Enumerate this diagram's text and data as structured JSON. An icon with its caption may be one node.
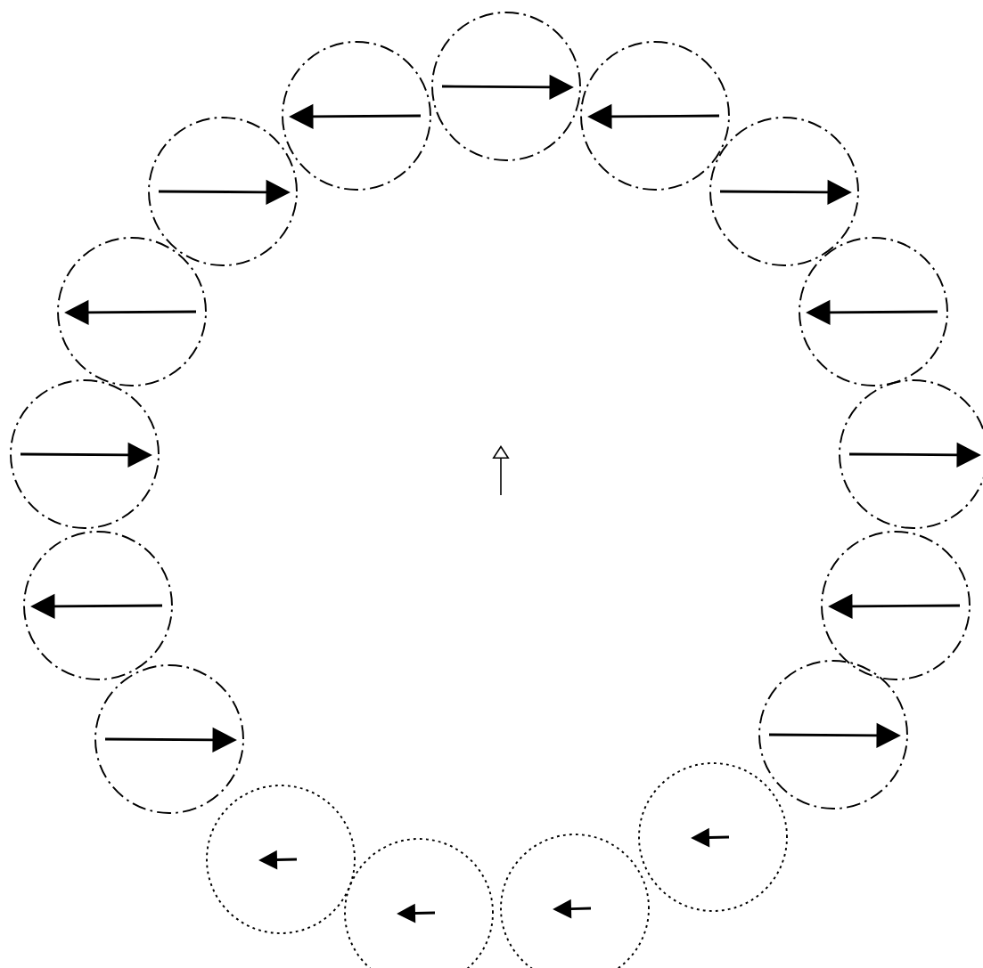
{
  "diagram": {
    "nodes": [
      {
        "text": [],
        "shape": "circle"
      },
      {
        "text": [],
        "shape": "circle"
      },
      {
        "text": [],
        "shape": "circle"
      },
      {
        "text": [],
        "shape": "circle"
      },
      {
        "text": [],
        "shape": "circle"
      },
      {
        "text": [],
        "shape": "circle"
      },
      {
        "text": [],
        "shape": "circle"
      },
      {
        "text": [],
        "shape": "circle"
      },
      {
        "text": [],
        "shape": "circle"
      },
      {
        "text": [],
        "shape": "circle"
      },
      {
        "text": [],
        "shape": "circle"
      },
      {
        "text": [],
        "shape": "circle"
      },
      {
        "text": [],
        "shape": "circle"
      },
      {
        "text": [],
        "shape": "circle"
      },
      {
        "text": [],
        "shape": "circle"
      },
      {
        "text": [],
        "shape": "circle"
      },
      {
        "text": [],
        "shape": "circle"
      }
    ]
  }
}
